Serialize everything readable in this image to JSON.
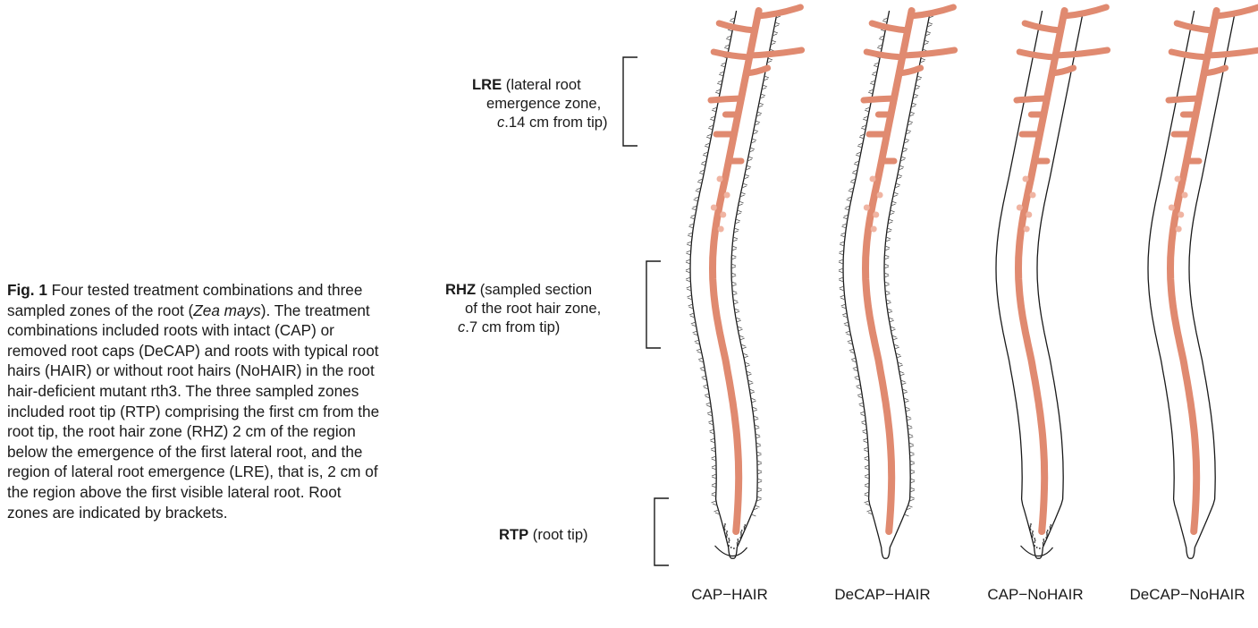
{
  "caption": {
    "label": "Fig. 1",
    "part1": " Four tested treatment combinations and three sampled zones of the root (",
    "species": "Zea mays",
    "part2": "). The treatment combinations included roots with intact (CAP) or removed root caps (DeCAP) and roots with typical root hairs (HAIR) or without root hairs (NoHAIR) in the root hair-deficient mutant rth3. The three sampled zones included root tip (RTP) comprising the first cm from the root tip, the root hair zone (RHZ) 2 cm of the region below the emergence of the first lateral root, and the region of lateral root emergence (LRE), that is, 2 cm of the region above the first visible lateral root. Root zones are indicated by brackets."
  },
  "zones": {
    "lre": {
      "abbr": "LRE",
      "line1": " (lateral root",
      "line2": "emergence zone,",
      "line3_pre": "c",
      "line3": ".14 cm from tip)"
    },
    "rhz": {
      "abbr": "RHZ",
      "line1": " (sampled section",
      "line2": "of the root hair zone,",
      "line3_pre": "c",
      "line3": ".7 cm from tip)"
    },
    "rtp": {
      "abbr": "RTP",
      "line1": " (root tip)"
    }
  },
  "treatments": [
    "CAP−HAIR",
    "DeCAP−HAIR",
    "CAP−NoHAIR",
    "DeCAP−NoHAIR"
  ],
  "roots": [
    {
      "hairs": true,
      "cap": true
    },
    {
      "hairs": true,
      "cap": false
    },
    {
      "hairs": false,
      "cap": true
    },
    {
      "hairs": false,
      "cap": false
    }
  ],
  "colors": {
    "stele": "#e08a70",
    "lateral_bud": "#f0b4a2",
    "outline": "#1a1a1a",
    "hair": "#555555"
  }
}
